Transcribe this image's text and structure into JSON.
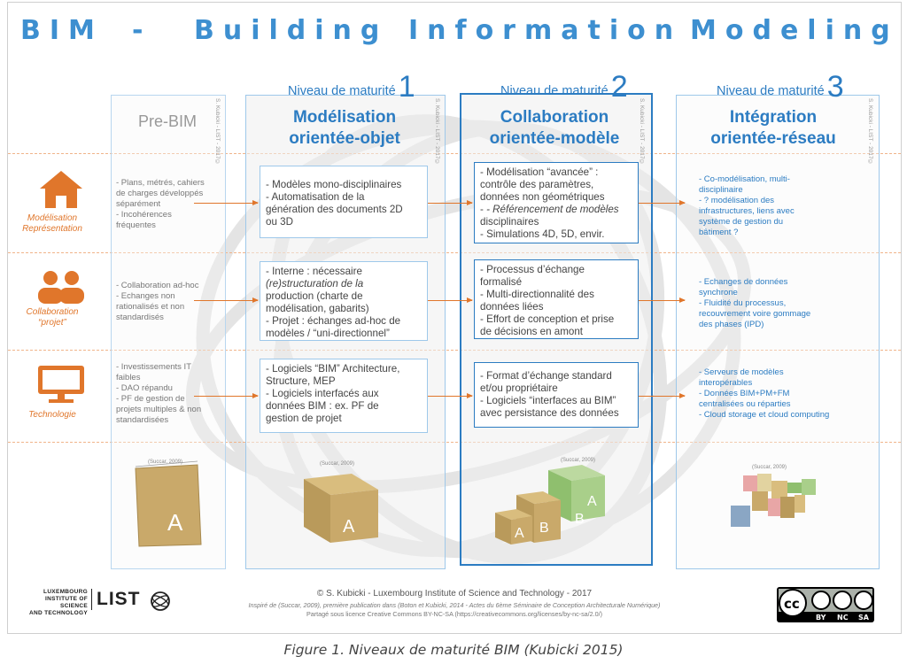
{
  "title_parts": [
    "BIM",
    "-",
    "Building",
    "Information",
    "Modeling"
  ],
  "maturity_label": "Niveau de maturité",
  "columns": {
    "pre": {
      "title": "Pre-BIM"
    },
    "c1": {
      "num": "1",
      "title_l1": "Modélisation",
      "title_l2": "orientée-objet"
    },
    "c2": {
      "num": "2",
      "title_l1": "Collaboration",
      "title_l2": "orientée-modèle"
    },
    "c3": {
      "num": "3",
      "title_l1": "Intégration",
      "title_l2": "orientée-réseau"
    }
  },
  "vertical_credit": "S. Kubicki - LIST - 2017©",
  "rows": [
    {
      "label_l1": "Modélisation",
      "label_l2": "Représentation",
      "pre": [
        "- Plans, métrés, cahiers",
        "de charges développés",
        "séparément",
        "- Incohérences",
        "fréquentes"
      ],
      "c1": [
        "- Modèles mono-disciplinaires",
        "- Automatisation de la",
        "génération des documents 2D",
        "ou 3D"
      ],
      "c2": [
        "- Modélisation “avancée” :",
        "contrôle des paramètres,",
        "données non géométriques",
        "- Référencement de modèles",
        "disciplinaires",
        "- Simulations 4D, 5D, envir."
      ],
      "c3": [
        "- Co-modélisation, multi-",
        "disciplinaire",
        "- ? modélisation des",
        "infrastructures, liens avec",
        "système de gestion du",
        "bâtiment ?"
      ]
    },
    {
      "label_l1": "Collaboration",
      "label_l2": "“projet”",
      "pre": [
        "- Collaboration ad-hoc",
        "- Echanges non",
        "rationalisés et non",
        "standardisés"
      ],
      "c1": [
        "- Interne : nécessaire",
        "(re)structuration de la",
        "production (charte de",
        "modélisation, gabarits)",
        "- Projet : échanges ad-hoc de",
        "modèles / “uni-directionnel”"
      ],
      "c2": [
        "- Processus d’échange",
        "formalisé",
        "- Multi-directionnalité des",
        "données liées",
        "- Effort de conception et prise",
        "de décisions en amont"
      ],
      "c3": [
        "- Echanges de données",
        "synchrone",
        "- Fluidité du processus,",
        "recouvrement voire gommage",
        "des phases (IPD)"
      ]
    },
    {
      "label_l1": "Technologie",
      "label_l2": "",
      "pre": [
        "- Investissements IT",
        "faibles",
        "- DAO répandu",
        "- PF de gestion de",
        "projets multiples & non",
        "standardisées"
      ],
      "c1": [
        "- Logiciels “BIM” Architecture,",
        "Structure, MEP",
        "- Logiciels interfacés aux",
        "données BIM : ex. PF de",
        "gestion de projet"
      ],
      "c2": [
        "- Format d’échange standard",
        "et/ou propriétaire",
        "- Logiciels “interfaces au BIM”",
        "avec persistance des données"
      ],
      "c3": [
        "- Serveurs de modèles",
        "interopérables",
        "- Données BIM+PM+FM",
        "centralisées ou réparties",
        "- Cloud storage et cloud computing"
      ]
    }
  ],
  "illus_labels": {
    "succar": "(Succar, 2009)",
    "letter_a": "A",
    "letter_b": "B"
  },
  "footer": {
    "line1": "© S. Kubicki - Luxembourg Institute of Science and Technology - 2017",
    "line2": "Inspiré de (Succar, 2009), première publication dans (Boton et Kubicki, 2014 - Actes du 6ème Séminaire de Conception Architecturale Numérique)",
    "line3": "Partagé sous licence Creative Commons BY-NC-SA (https://creativecommons.org/licenses/by-nc-sa/2.0/)"
  },
  "logo": {
    "lux_l1": "LUXEMBOURG",
    "lux_l2": "INSTITUTE OF SCIENCE",
    "lux_l3": "AND TECHNOLOGY",
    "list": "LIST"
  },
  "cc": {
    "by": "BY",
    "nc": "NC",
    "sa": "SA",
    "cc": "cc"
  },
  "caption": "Figure 1. Niveaux de maturité BIM (Kubicki 2015)",
  "colors": {
    "blue": "#2c7cc2",
    "light_blue": "#3d8fd0",
    "orange": "#e0762b",
    "grey": "#999999"
  }
}
